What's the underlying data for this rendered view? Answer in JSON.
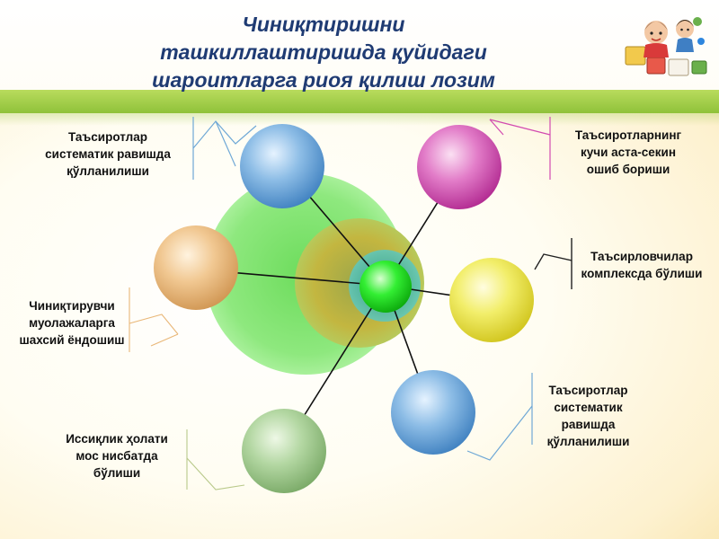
{
  "title": {
    "lines": [
      "Чиниқтиришни",
      "ташкиллаштиришда қуйидаги",
      "шароитларга риоя қилиш лозим"
    ]
  },
  "nodes": [
    {
      "id": "top-left",
      "color": "#6fa8d6",
      "lines": [
        "Таъсиротлар",
        "систематик равишда",
        "қўлланилиши"
      ]
    },
    {
      "id": "top-right",
      "color": "#d24ab0",
      "lines": [
        "Таъсиротларнинг",
        "кучи аста-секин",
        "ошиб бориши"
      ]
    },
    {
      "id": "left",
      "color": "#e9b778",
      "lines": [
        "Чиниқтирувчи",
        "муолажаларга",
        "шахсий ёндошиш"
      ]
    },
    {
      "id": "right",
      "color": "#e8e23a",
      "lines": [
        "Таъсирловчилар",
        "комплексда бўлиши"
      ]
    },
    {
      "id": "bottom-left",
      "color": "#9cc98a",
      "lines": [
        "Иссиқлик ҳолати",
        "мос нисбатда",
        "бўлиши"
      ]
    },
    {
      "id": "bottom-right",
      "color": "#5a95d0",
      "lines": [
        "Таъсиротлар",
        "систематик",
        "равишда",
        "қўлланилиши"
      ]
    }
  ],
  "center": {
    "color": "#22dd22"
  },
  "colors": {
    "title": "#1f3b73",
    "band": "#9cc94a",
    "outer_disc": "#7ee36f",
    "inner_disc": "#c4b03a",
    "halo": "#3ab6a6",
    "connector": "#111111",
    "bracket_blue": "#6fa8d6",
    "bracket_pink": "#d24ab0",
    "bracket_tan": "#e9b778",
    "bracket_dark": "#222222"
  }
}
